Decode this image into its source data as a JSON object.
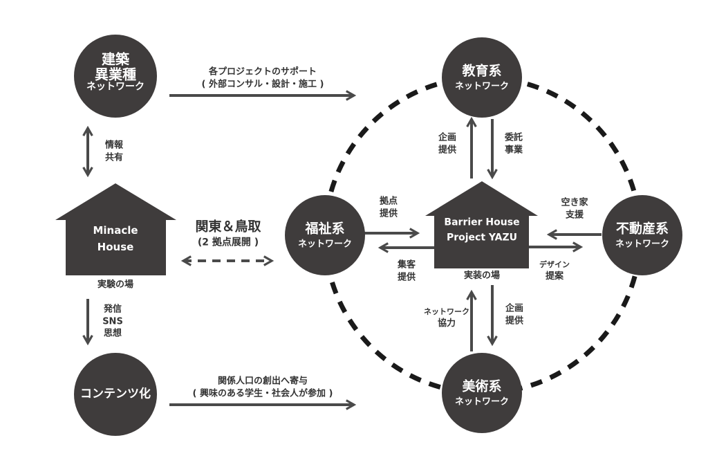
{
  "nodes": {
    "architecture": {
      "line1": "建築",
      "line2": "異業種",
      "line3": "ネットワーク"
    },
    "education": {
      "title": "教育系",
      "sub": "ネットワーク"
    },
    "welfare": {
      "title": "福祉系",
      "sub": "ネットワーク"
    },
    "realestate": {
      "title": "不動産系",
      "sub": "ネットワーク"
    },
    "art": {
      "title": "美術系",
      "sub": "ネットワーク"
    },
    "content": {
      "title": "コンテンツ化"
    }
  },
  "houses": {
    "minacle": {
      "line1": "Minacle",
      "line2": "House",
      "caption": "実験の場"
    },
    "barrier": {
      "line1": "Barrier House",
      "line2": "Project YAZU",
      "caption": "実装の場"
    }
  },
  "labels": {
    "support_line1": "各プロジェクトのサポート",
    "support_line2": "( 外部コンサル・設計・施工 )",
    "info_line1": "情報",
    "info_line2": "共有",
    "region_line1": "関東＆鳥取",
    "region_line2": "(2 拠点展開 )",
    "send_line1": "発信",
    "send_line2": "SNS",
    "send_line3": "思想",
    "population_line1": "関係人口の創出へ寄与",
    "population_line2": "( 興味のある学生・社会人が参加 )",
    "edu_up_line1": "企画",
    "edu_up_line2": "提供",
    "edu_down_line1": "委託",
    "edu_down_line2": "事業",
    "base_line1": "拠点",
    "base_line2": "提供",
    "customer_line1": "集客",
    "customer_line2": "提供",
    "vacant_line1": "空き家",
    "vacant_line2": "支援",
    "design_line1": "デザイン",
    "design_line2": "提案",
    "network_line1": "ネットワーク",
    "network_line2": "協力",
    "art_down_line1": "企画",
    "art_down_line2": "提供"
  },
  "colors": {
    "node": "#3f3c3c",
    "arrow": "#4a4a4a",
    "text": "#333333"
  }
}
